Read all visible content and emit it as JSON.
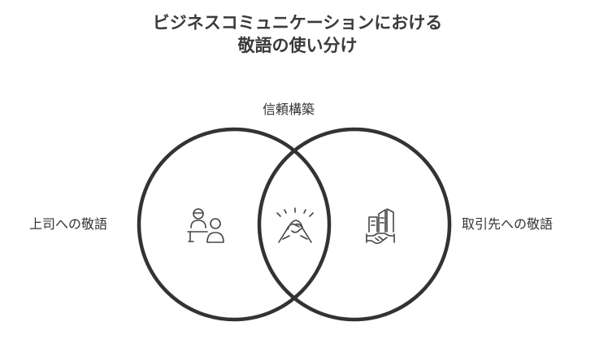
{
  "title": {
    "line1": "ビジネスコミュニケーションにおける",
    "line2": "敬語の使い分け"
  },
  "sets": {
    "left": "上司への敬語",
    "right": "取引先への敬語",
    "intersection": "信頼構築"
  },
  "icons": {
    "left": "meeting-people-icon",
    "center": "arm-wrestling-handshake-icon",
    "right": "business-handshake-icon"
  },
  "colors": {
    "circle_stroke": "#333333",
    "icon_stroke": "#444444",
    "background": "#ffffff"
  }
}
